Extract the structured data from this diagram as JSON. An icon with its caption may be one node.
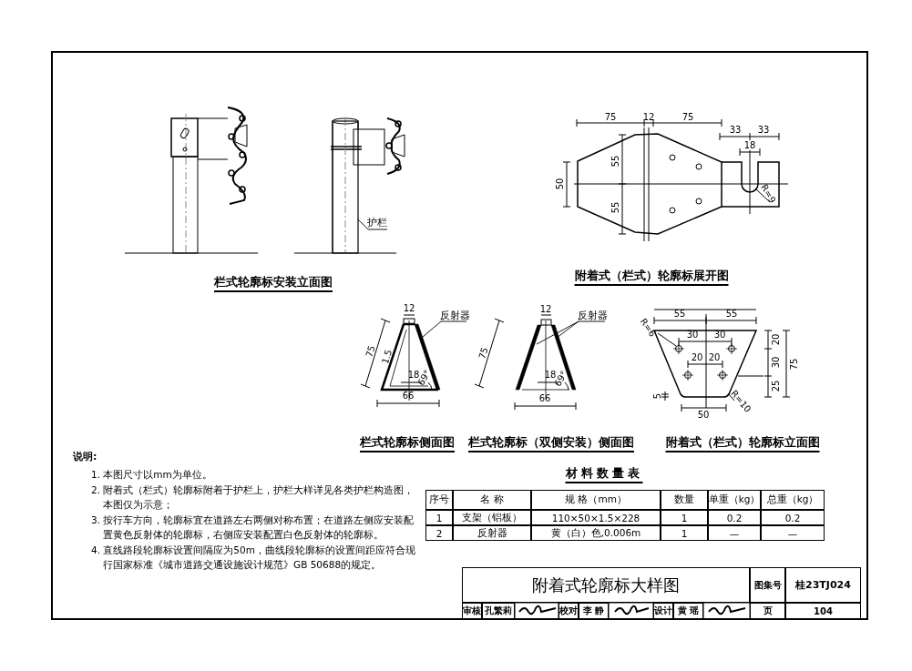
{
  "diagram": {
    "title": "附着式轮廓标大样图",
    "nodes": [
      {
        "text": [
          "护栏"
        ]
      },
      {
        "text": [],
        "shape": "box"
      },
      {
        "text": [
          "反射器"
        ]
      },
      {
        "text": [],
        "shape": "bar"
      },
      {
        "text": [
          "反射器"
        ]
      },
      {
        "text": [],
        "shape": "bar"
      },
      {
        "text": [],
        "shape": "bar"
      }
    ],
    "edges": [
      {
        "from": 0,
        "to": 1,
        "arrow": "none"
      },
      {
        "from": 2,
        "to": 3,
        "arrow": "none"
      },
      {
        "from": 4,
        "to": 5,
        "arrow": "none"
      },
      {
        "from": 4,
        "to": 6,
        "arrow": "none"
      }
    ],
    "labels": [
      "栏式轮廓标安装立面图",
      "75",
      "12",
      "75",
      "33",
      "33",
      "18",
      "55",
      "50",
      "55",
      "R=9",
      "附着式（栏式）轮廓标展开图",
      "12",
      "75",
      "1.5",
      "18",
      "69°",
      "66",
      "栏式轮廓标侧面图",
      "12",
      "75",
      "18",
      "69°",
      "66",
      "栏式轮廓标（双侧安装）侧面图",
      "55",
      "55",
      "R=6",
      "30",
      "30",
      "20",
      "20",
      "20",
      "30",
      "75",
      "25",
      "5",
      "50",
      "R=10",
      "附着式（栏式）轮廓标立面图",
      "说明:",
      "1. 本图尺寸以mm为单位。",
      "2. 附着式（栏式）轮廓标附着于护栏上，护栏大样详见各类护栏构造图，本图仅为示意；",
      "3. 按行车方向，轮廓标宜在道路左右两侧对称布置；在道路左侧应安装配置黄色反射体的轮廓标，右侧应安装配置白色反射体的轮廓标。",
      "4. 直线路段轮廓标设置间隔应为50m，曲线段轮廓标的设置间距应符合现行国家标准《城市道路交通设施设计规范》GB 50688的规定。",
      "材料数量表",
      "序号",
      "名 称",
      "规 格（mm）",
      "数量",
      "单重（kg）",
      "总重（kg）",
      "1",
      "支架（铝板）",
      "110×50×1.5×228",
      "1",
      "0.2",
      "0.2",
      "2",
      "反射器",
      "黄（白）色,0.006m",
      "1",
      "—",
      "—",
      "图集号",
      "桂23TJ024",
      "审核",
      "孔繁莉",
      "校对",
      "李 静",
      "设计",
      "黄 瑶",
      "页",
      "104"
    ]
  }
}
